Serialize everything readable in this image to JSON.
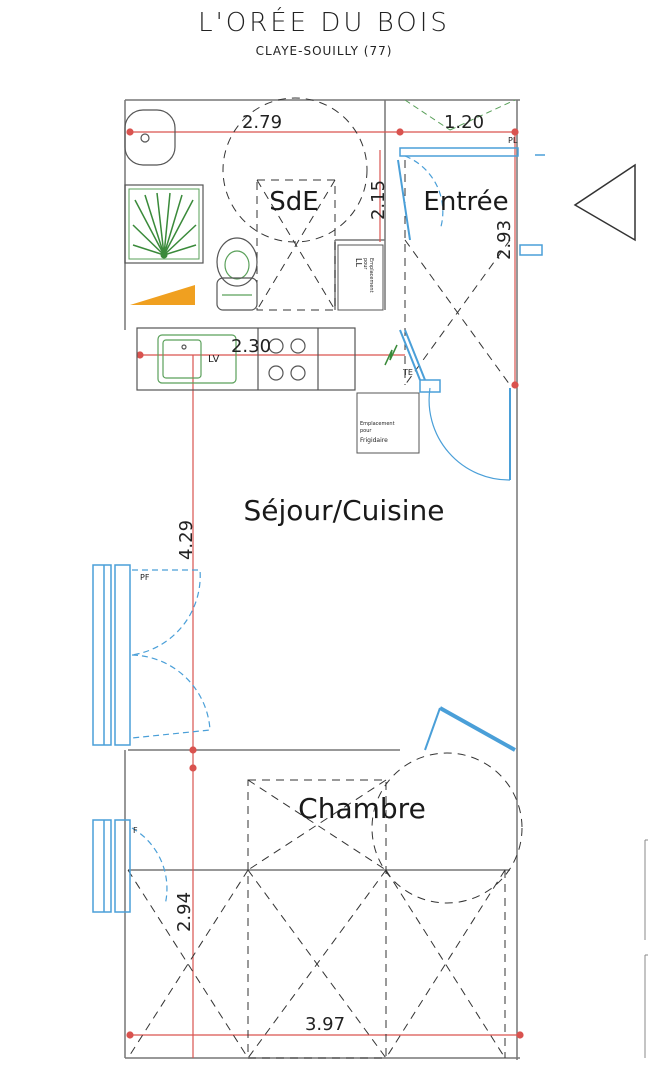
{
  "header": {
    "title": "L'ORÉE DU BOIS",
    "subtitle": "CLAYE-SOUILLY (77)"
  },
  "rooms": {
    "sde": "SdE",
    "entree": "Entrée",
    "sejour": "Séjour/Cuisine",
    "chambre": "Chambre"
  },
  "dimensions": {
    "d1": "2.79",
    "d2": "1.20",
    "d3": "2.15",
    "d4": "2.93",
    "d5": "2.30",
    "d6": "4.29",
    "d7": "2.94",
    "d8": "3.97"
  },
  "labels": {
    "pl": "PL",
    "lv": "LV",
    "te": "TE",
    "pf1": "PF",
    "f2": "F",
    "ll_line1": "Emplacement",
    "ll_line2": "pour",
    "ll_line3": "LL",
    "frigo_line1": "Emplacement",
    "frigo_line2": "pour",
    "frigo_line3": "Frigidaire"
  },
  "colors": {
    "wall": "#6a6a6a",
    "dimension": "#d9534f",
    "window": "#4a9fd8",
    "fixture": "#5aa05a",
    "accent": "#f0a020"
  }
}
